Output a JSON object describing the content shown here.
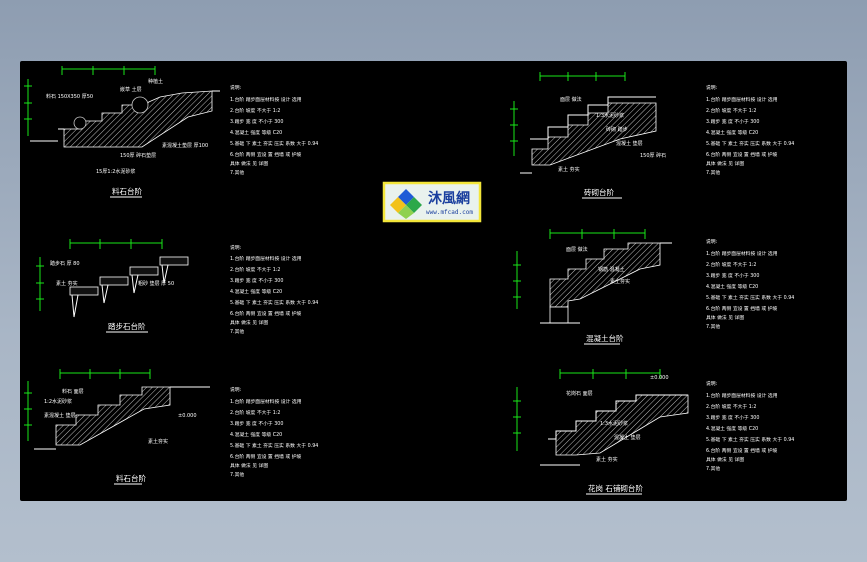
{
  "drawing": {
    "logo": {
      "text": "沐風網",
      "subtext": "www.mfcad.com",
      "colors": {
        "frame": "#f3e63a",
        "text": "#1a3f9e",
        "leaf1": "#1f5bd6",
        "leaf2": "#f2c21a",
        "leaf3": "#2ca84a",
        "leaf4": "#8fd14f"
      }
    },
    "details": [
      {
        "title": "料石台阶",
        "labels": [
          "料石 150X350 厚50",
          "嵌草 土层",
          "种植土",
          "素混凝土垫层 厚100",
          "150厚 碎石垫层",
          "15厚1:2水泥砂浆"
        ],
        "notes": [
          "说明:",
          "1.台阶 踏步面层材料按 设计 选用",
          "2.台阶 坡度 不大于 1:2",
          "3.踏步 宽 度 不小于 300",
          "4.混凝土 强度 等级 C20",
          "5.基础 下 素土 夯实 压实 系数 大于 0.94",
          "6.台阶 两侧 宜设 置 挡墙 或 护坡",
          "  具体 做法 见 详图",
          "7.其他"
        ]
      },
      {
        "title": "踏步石台阶",
        "labels": [
          "踏步石 厚 80",
          "素土 夯实",
          "粗砂 垫层 厚 50"
        ],
        "notes": [
          "说明:",
          "1.台阶 踏步面层材料按 设计 选用",
          "2.台阶 坡度 不大于 1:2",
          "3.踏步 宽 度 不小于 300",
          "4.混凝土 强度 等级 C20",
          "5.基础 下 素土 夯实 压实 系数 大于 0.94",
          "6.台阶 两侧 宜设 置 挡墙 或 护坡",
          "  具体 做法 见 详图",
          "7.其他"
        ]
      },
      {
        "title": "料石台阶",
        "labels": [
          "料石 面层",
          "1:2水泥砂浆",
          "素混凝土 垫层",
          "素土夯实",
          "±0.000"
        ],
        "notes": [
          "说明:",
          "1.台阶 踏步面层材料按 设计 选用",
          "2.台阶 坡度 不大于 1:2",
          "3.踏步 宽 度 不小于 300",
          "4.混凝土 强度 等级 C20",
          "5.基础 下 素土 夯实 压实 系数 大于 0.94",
          "6.台阶 两侧 宜设 置 挡墙 或 护坡",
          "  具体 做法 见 详图",
          "7.其他"
        ]
      },
      {
        "title": "砖砌台阶",
        "labels": [
          "面层 做法",
          "1:3水泥砂浆",
          "砖砌 踏步",
          "混凝土 垫层",
          "150厚 碎石",
          "素土 夯实"
        ],
        "notes": [
          "说明:",
          "1.台阶 踏步面层材料按 设计 选用",
          "2.台阶 坡度 不大于 1:2",
          "3.踏步 宽 度 不小于 300",
          "4.混凝土 强度 等级 C20",
          "5.基础 下 素土 夯实 压实 系数 大于 0.94",
          "6.台阶 两侧 宜设 置 挡墙 或 护坡",
          "  具体 做法 见 详图",
          "7.其他"
        ]
      },
      {
        "title": "混凝土台阶",
        "labels": [
          "面层 做法",
          "钢筋 混凝土",
          "素土夯实"
        ],
        "notes": [
          "说明:",
          "1.台阶 踏步面层材料按 设计 选用",
          "2.台阶 坡度 不大于 1:2",
          "3.踏步 宽 度 不小于 300",
          "4.混凝土 强度 等级 C20",
          "5.基础 下 素土 夯实 压实 系数 大于 0.94",
          "6.台阶 两侧 宜设 置 挡墙 或 护坡",
          "  具体 做法 见 详图",
          "7.其他"
        ]
      },
      {
        "title": "花岗 石铺砌台阶",
        "labels": [
          "花岗石 面层",
          "1:3水泥砂浆",
          "混凝土 垫层",
          "±0.000",
          "素土 夯实"
        ],
        "notes": [
          "说明:",
          "1.台阶 踏步面层材料按 设计 选用",
          "2.台阶 坡度 不大于 1:2",
          "3.踏步 宽 度 不小于 300",
          "4.混凝土 强度 等级 C20",
          "5.基础 下 素土 夯实 压实 系数 大于 0.94",
          "6.台阶 两侧 宜设 置 挡墙 或 护坡",
          "  具体 做法 见 详图",
          "7.其他"
        ]
      }
    ]
  }
}
